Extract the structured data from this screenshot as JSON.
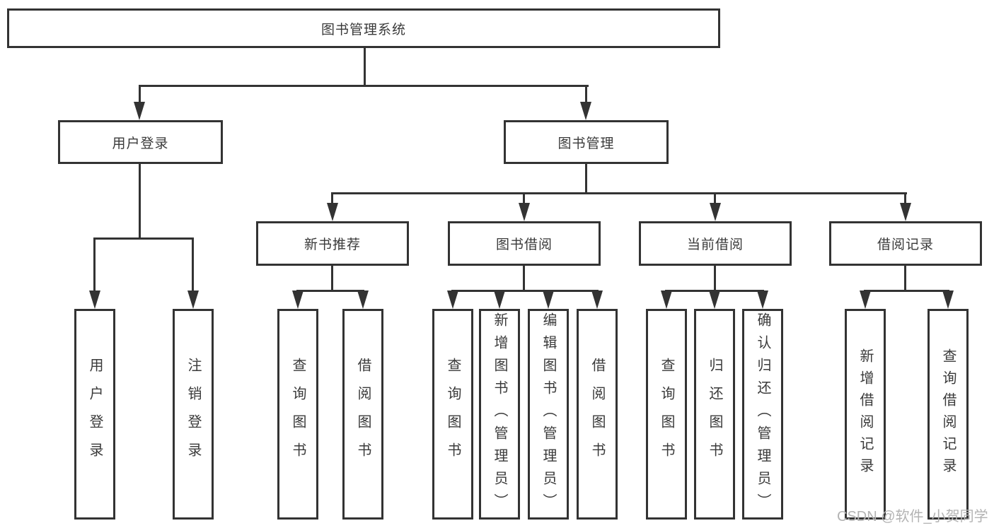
{
  "tree": {
    "root": {
      "label": "图书管理系统"
    },
    "level2": [
      {
        "label": "用户登录"
      },
      {
        "label": "图书管理"
      }
    ],
    "level3": [
      {
        "label": "新书推荐"
      },
      {
        "label": "图书借阅"
      },
      {
        "label": "当前借阅"
      },
      {
        "label": "借阅记录"
      }
    ],
    "leaves": {
      "user_login": [
        {
          "label": "用户登录"
        },
        {
          "label": "注销登录"
        }
      ],
      "new_book_recommend": [
        {
          "label": "查询图书"
        },
        {
          "label": "借阅图书"
        }
      ],
      "book_borrowing": [
        {
          "label": "查询图书"
        },
        {
          "label": "新增图书（管理员）"
        },
        {
          "label": "编辑图书（管理员）"
        },
        {
          "label": "借阅图书"
        }
      ],
      "current_borrowing": [
        {
          "label": "查询图书"
        },
        {
          "label": "归还图书"
        },
        {
          "label": "确认归还（管理员）"
        }
      ],
      "borrowing_records": [
        {
          "label": "新增借阅记录"
        },
        {
          "label": "查询借阅记录"
        }
      ]
    }
  },
  "watermark": {
    "text": "CSDN @软件_小贺同学"
  },
  "colors": {
    "line": "#333333",
    "text": "#3a3a3a",
    "background": "#ffffff",
    "watermark": "#b3b3b3"
  }
}
